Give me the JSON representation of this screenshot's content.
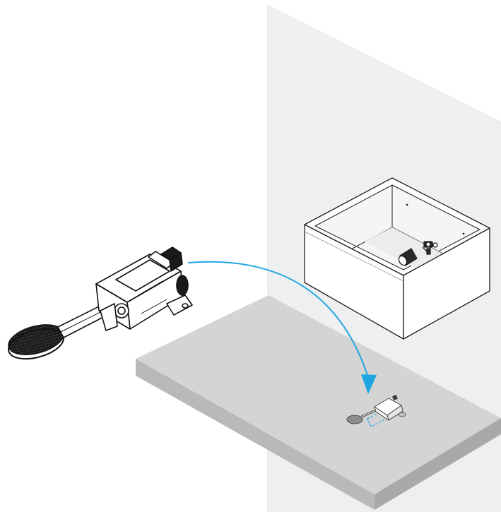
{
  "diagram": {
    "type": "installation-illustration",
    "caption": "",
    "colors": {
      "wall": "#eeeff0",
      "floor_top": "#d4d4d4",
      "floor_side": "#b8b8b8",
      "cabinet_fill": "#ffffff",
      "cabinet_interior": "#f4f4f4",
      "outline": "#1f1f1f",
      "arrow": "#1ea6e0",
      "placement_marker": "#1ea6e0",
      "pedal_pad": "#1c1c1c",
      "pedal_body": "#ffffff"
    },
    "elements": [
      {
        "name": "foot-pedal-valve-enlarged",
        "icon": "foot-pedal-icon"
      },
      {
        "name": "installation-arrow",
        "icon": "curved-arrow-icon"
      },
      {
        "name": "under-sink-cabinet",
        "icon": "cabinet-box-icon"
      },
      {
        "name": "floor-slab",
        "icon": "floor-plane-icon"
      },
      {
        "name": "wall-panel",
        "icon": "wall-plane-icon"
      },
      {
        "name": "foot-pedal-valve-installed",
        "icon": "foot-pedal-icon"
      },
      {
        "name": "placement-outline",
        "icon": "dashed-rectangle-icon"
      }
    ]
  }
}
